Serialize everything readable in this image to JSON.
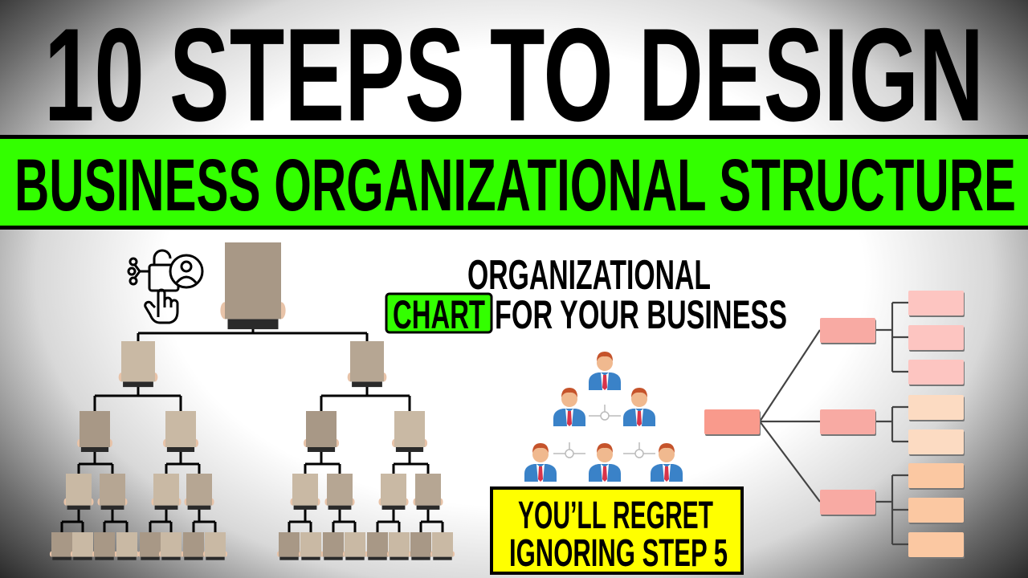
{
  "title": {
    "line1": "10 STEPS TO DESIGN",
    "line2": "BUSINESS ORGANIZATIONAL STRUCTURE"
  },
  "chart_caption": {
    "line1": "ORGANIZATIONAL",
    "highlight": "CHART",
    "line2_rest": "FOR YOUR BUSINESS"
  },
  "callout": {
    "line1": "YOU’LL REGRET",
    "line2": "IGNORING STEP 5"
  },
  "icons": [
    "unlock-user-touch-icon",
    "person-holding-board-icon",
    "businessman-icon",
    "org-chart-diagram-icon"
  ],
  "colors": {
    "banner_green": "#33ff00",
    "callout_yellow": "#ffff00",
    "board_beige": "#c9b9a4",
    "root_box": "#f99a8c",
    "mid_box": "#f8aaa3",
    "leaf_pink": "#fdc5c1",
    "leaf_peach_light": "#fcdbc2",
    "leaf_peach": "#fbc8a2"
  }
}
